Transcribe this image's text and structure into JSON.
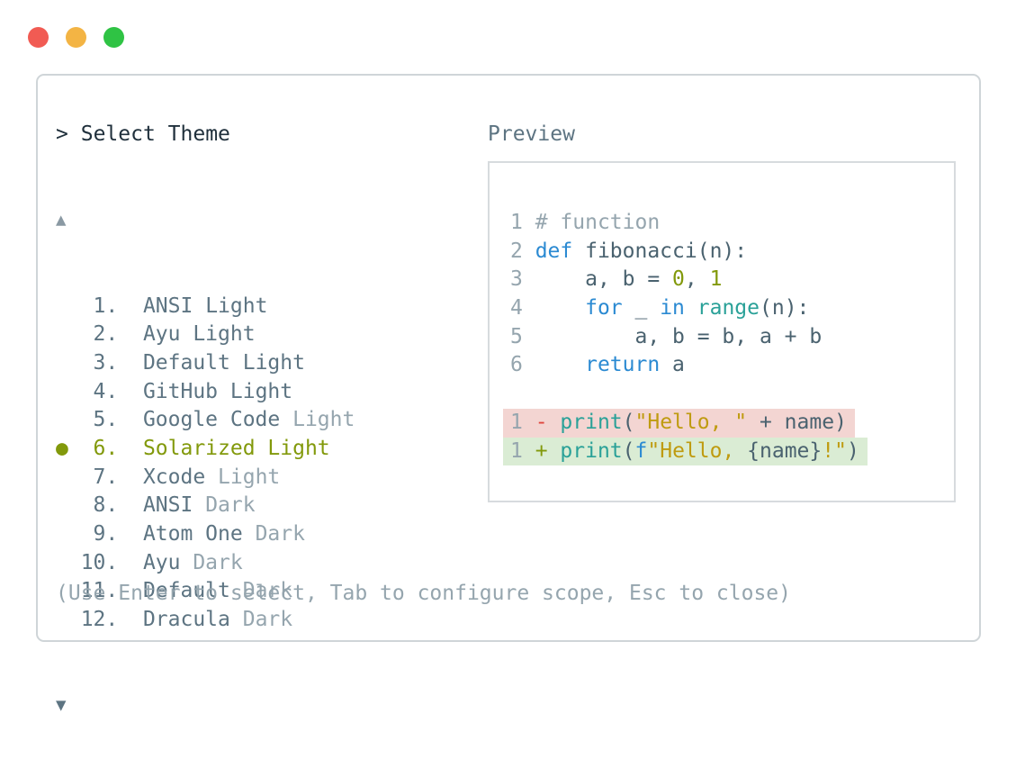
{
  "window": {
    "traffic_lights": [
      {
        "name": "close-button",
        "color": "#f15b53"
      },
      {
        "name": "minimize-button",
        "color": "#f3b444"
      },
      {
        "name": "zoom-button",
        "color": "#2fc344"
      }
    ]
  },
  "selector": {
    "prompt_symbol": ">",
    "title": "Select Theme",
    "scroll_up_icon": "▲",
    "scroll_down_icon": "▼",
    "selected_bullet": "●",
    "items": [
      {
        "num": "1.",
        "name": "ANSI",
        "variant": "Light",
        "variant_dim": false,
        "selected": false
      },
      {
        "num": "2.",
        "name": "Ayu",
        "variant": "Light",
        "variant_dim": false,
        "selected": false
      },
      {
        "num": "3.",
        "name": "Default",
        "variant": "Light",
        "variant_dim": false,
        "selected": false
      },
      {
        "num": "4.",
        "name": "GitHub",
        "variant": "Light",
        "variant_dim": false,
        "selected": false
      },
      {
        "num": "5.",
        "name": "Google Code",
        "variant": "Light",
        "variant_dim": true,
        "selected": false
      },
      {
        "num": "6.",
        "name": "Solarized",
        "variant": "Light",
        "variant_dim": false,
        "selected": true
      },
      {
        "num": "7.",
        "name": "Xcode",
        "variant": "Light",
        "variant_dim": true,
        "selected": false
      },
      {
        "num": "8.",
        "name": "ANSI",
        "variant": "Dark",
        "variant_dim": true,
        "selected": false
      },
      {
        "num": "9.",
        "name": "Atom One",
        "variant": "Dark",
        "variant_dim": true,
        "selected": false
      },
      {
        "num": "10.",
        "name": "Ayu",
        "variant": "Dark",
        "variant_dim": true,
        "selected": false
      },
      {
        "num": "11.",
        "name": "Default",
        "variant": "Dark",
        "variant_dim": true,
        "selected": false
      },
      {
        "num": "12.",
        "name": "Dracula",
        "variant": "Dark",
        "variant_dim": true,
        "selected": false
      }
    ],
    "help_text": "(Use Enter to select, Tab to configure scope, Esc to close)"
  },
  "preview": {
    "label": "Preview",
    "code_lines": [
      {
        "bg": null,
        "tokens": [
          [
            "ln",
            "1 "
          ],
          [
            "cm",
            "# function"
          ]
        ]
      },
      {
        "bg": null,
        "tokens": [
          [
            "ln",
            "2 "
          ],
          [
            "kw",
            "def"
          ],
          [
            "pl",
            " fibonacci(n):"
          ]
        ]
      },
      {
        "bg": null,
        "tokens": [
          [
            "ln",
            "3 "
          ],
          [
            "pl",
            "    a, b = "
          ],
          [
            "num",
            "0"
          ],
          [
            "pl",
            ", "
          ],
          [
            "num",
            "1"
          ]
        ]
      },
      {
        "bg": null,
        "tokens": [
          [
            "ln",
            "4 "
          ],
          [
            "pl",
            "    "
          ],
          [
            "kw",
            "for"
          ],
          [
            "pl",
            " _ "
          ],
          [
            "kw",
            "in"
          ],
          [
            "pl",
            " "
          ],
          [
            "fn",
            "range"
          ],
          [
            "pl",
            "(n):"
          ]
        ]
      },
      {
        "bg": null,
        "tokens": [
          [
            "ln",
            "5 "
          ],
          [
            "pl",
            "        a, b = b, a + b"
          ]
        ]
      },
      {
        "bg": null,
        "tokens": [
          [
            "ln",
            "6 "
          ],
          [
            "pl",
            "    "
          ],
          [
            "kw",
            "return"
          ],
          [
            "pl",
            " a"
          ]
        ]
      },
      {
        "bg": null,
        "tokens": []
      },
      {
        "bg": "del",
        "tokens": [
          [
            "ln",
            "1 "
          ],
          [
            "del",
            "- "
          ],
          [
            "fn",
            "print"
          ],
          [
            "pl",
            "("
          ],
          [
            "str",
            "\"Hello, \""
          ],
          [
            "pl",
            " + name)"
          ]
        ]
      },
      {
        "bg": "add",
        "tokens": [
          [
            "ln",
            "1 "
          ],
          [
            "add",
            "+ "
          ],
          [
            "fn",
            "print"
          ],
          [
            "pl",
            "("
          ],
          [
            "kw",
            "f"
          ],
          [
            "str",
            "\"Hello, "
          ],
          [
            "pl",
            "{name}"
          ],
          [
            "str",
            "!\""
          ],
          [
            "pl",
            ")"
          ]
        ]
      }
    ]
  },
  "colors": {
    "accent_selected": "#82990b",
    "keyword_blue": "#2b8ad2",
    "function_teal": "#2aa198",
    "string_gold": "#bf9b10",
    "diff_removed_bg": "#f3d5d2",
    "diff_added_bg": "#daecd4",
    "diff_removed_fg": "#df453d",
    "text_primary": "#20303c",
    "text_slate": "#5d7482",
    "text_dim": "#95a5ae"
  }
}
